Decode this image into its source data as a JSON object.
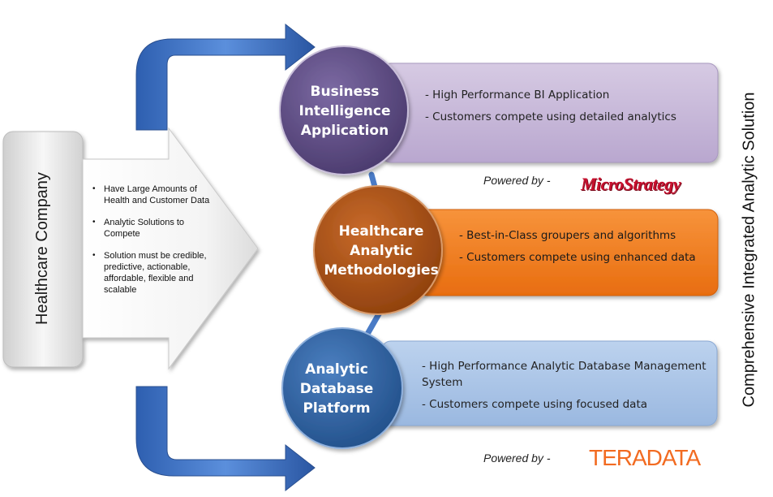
{
  "company": {
    "label": "Healthcare Company"
  },
  "bullets": [
    "Have Large Amounts of Health and Customer Data",
    "Analytic Solutions to Compete",
    "Solution must be credible, predictive, actionable, affordable, flexible and scalable"
  ],
  "layers": [
    {
      "title": "Business Intelligence Application",
      "items": [
        "- High Performance BI Application",
        "- Customers compete using detailed analytics"
      ],
      "circle_color": "#5b4a80",
      "box_color": "#c7b8d8"
    },
    {
      "title": "Healthcare Analytic Methodologies",
      "items": [
        "- Best-in-Class groupers and algorithms",
        "- Customers compete using enhanced data"
      ],
      "circle_color": "#b05214",
      "box_color": "#f07c1e"
    },
    {
      "title": "Analytic Database Platform",
      "items": [
        "- High Performance Analytic Database Management System",
        "- Customers compete using focused data"
      ],
      "circle_color": "#2c5f9e",
      "box_color": "#a9c4e6"
    }
  ],
  "powered_by": [
    "Powered by -",
    "Powered by -"
  ],
  "logos": {
    "microstrategy": "MicroStrategy",
    "teradata": "TERADATA"
  },
  "side_label": "Comprehensive  Integrated Analytic Solution",
  "colors": {
    "blue_arrow": "#3a6fc2",
    "connector": "#3a6fc2"
  }
}
